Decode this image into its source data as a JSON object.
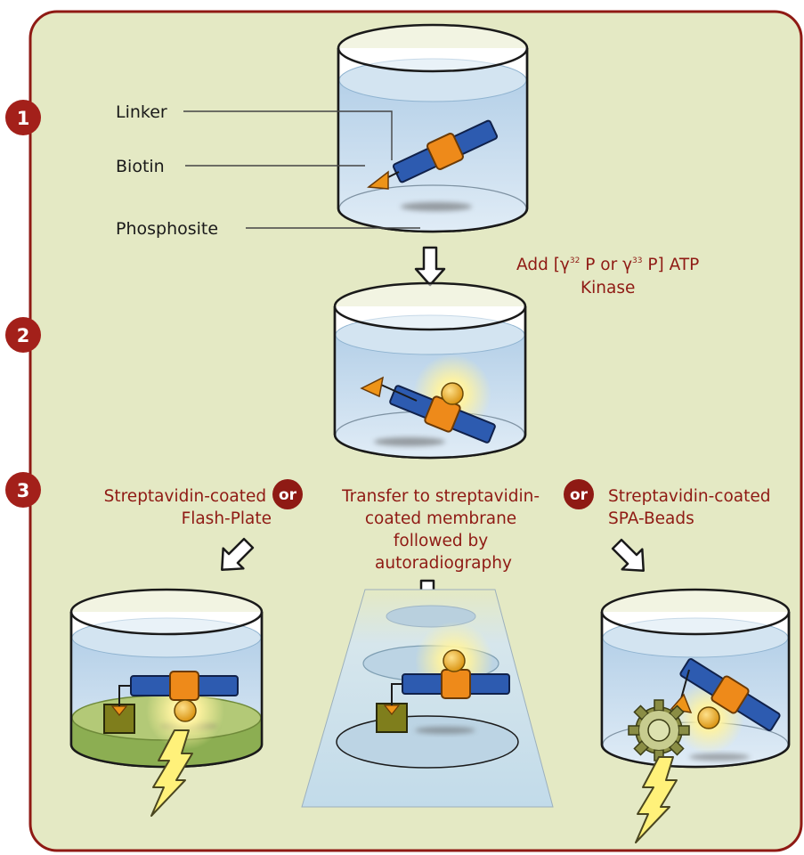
{
  "steps": {
    "one": "1",
    "two": "2",
    "three": "3"
  },
  "callouts": {
    "linker": "Linker",
    "biotin": "Biotin",
    "phosphosite": "Phosphosite"
  },
  "reaction": {
    "add_prefix": "Add [",
    "gamma": "γ",
    "iso1": "32",
    "mid": "P or ",
    "iso2": "33",
    "suffix": "P] ATP",
    "kinase": "Kinase"
  },
  "options": {
    "or_label": "or",
    "flash_plate": [
      "Streptavidin-coated",
      "Flash-Plate"
    ],
    "membrane": [
      "Transfer to streptavidin-",
      "coated membrane",
      "followed by",
      "autoradiography"
    ],
    "spa_beads": [
      "Streptavidin-coated",
      "SPA-Beads"
    ]
  },
  "colors": {
    "background": "#e4e9c4",
    "frame": "#8f1a14",
    "step_badge": "#a3201a",
    "liquid": "#c9dcec",
    "peptide": "#2d5bb0",
    "phosphosite": "#ee8a1a",
    "biotin_arrow": "#ee9418",
    "phosphate": "#e8a917",
    "streptavidin": "#7f7e1c",
    "signal": "#ffe97a"
  }
}
